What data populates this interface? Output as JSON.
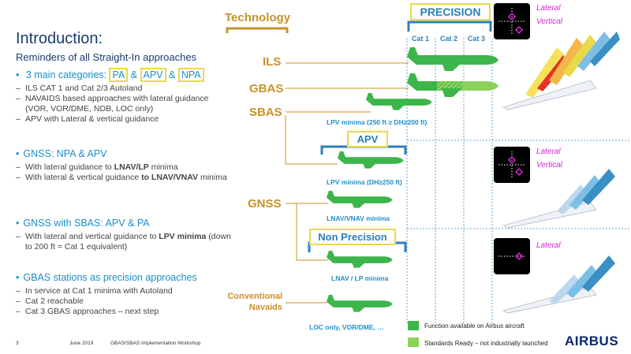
{
  "title": "Introduction:",
  "subtitle": "Reminders of all Straight-In approaches",
  "sections": [
    {
      "head_pre": "3 main categories: ",
      "box1": "PA",
      "amp1": " & ",
      "box2": "APV",
      "amp2": " & ",
      "box3": "NPA",
      "subs": [
        "ILS CAT 1 and Cat 2/3 Autoland",
        "NAVAIDS based approaches with lateral guidance (VOR, VOR/DME, NDB, LOC only)",
        "APV with Lateral & vertical guidance"
      ]
    },
    {
      "head": "GNSS: NPA & APV",
      "subs": [
        {
          "pre": "With lateral guidance to ",
          "bold": "LNAV/LP",
          "post": " minima"
        },
        {
          "pre": "With lateral & vertical guidance ",
          "bold": "to LNAV/VNAV",
          "post": " minima"
        }
      ]
    },
    {
      "head": "GNSS with SBAS: APV & PA",
      "subs": [
        {
          "pre": "With lateral and vertical guidance to ",
          "bold": "LPV minima",
          "post": " (down to 200 ft = Cat 1 equivalent)"
        }
      ]
    },
    {
      "head": "GBAS stations as precision approaches",
      "subs": [
        "In service at Cat 1 minima with Autoland",
        "Cat 2 reachable",
        "Cat 3 GBAS approaches – next step"
      ]
    }
  ],
  "technology": {
    "header": "Technology",
    "items": [
      "ILS",
      "GBAS",
      "SBAS",
      "GNSS",
      "Conventional Navaids"
    ]
  },
  "headers": {
    "precision": "PRECISION",
    "apv": "APV",
    "non_precision": "Non Precision"
  },
  "cats": [
    "Cat 1",
    "Cat 2",
    "Cat 3"
  ],
  "plane_labels": {
    "sbas": "LPV minima (250 ft ≥ DH≥200 ft)",
    "apv": "LPV minima (DH≥250 ft)",
    "lnav_vnav": "LNAV/VNAV minima",
    "lnav_lp": "LNAV / LP minima",
    "loc": "LOC only, VOR/DME, …"
  },
  "guidance": {
    "lateral": "Lateral",
    "vertical": "Vertical"
  },
  "legend": [
    {
      "text": "Function available on Airbus aircraft",
      "color": "#3cb54a"
    },
    {
      "text": "Standards Ready – not industrially launched",
      "color": "#8bd15a"
    }
  ],
  "footer": {
    "page": "3",
    "date": "June 2019",
    "event": "GBAS/SBAS Implementation Workshop"
  },
  "brand": "AIRBUS",
  "colors": {
    "green": "#3cb54a",
    "light_green": "#8bd15a",
    "gold": "#c8922a",
    "blue": "#1e8fc9",
    "yellow_box": "#e7d94a"
  }
}
